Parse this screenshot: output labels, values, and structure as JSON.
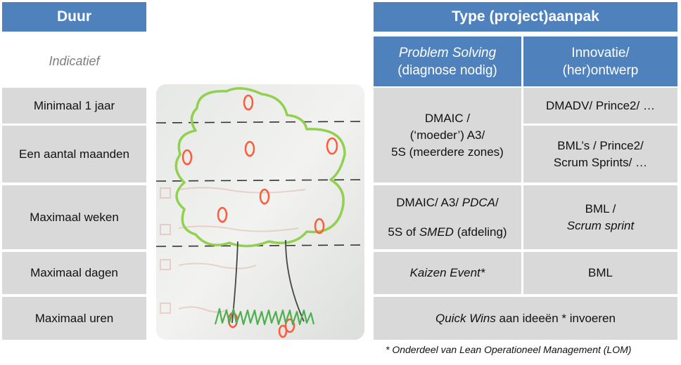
{
  "duration": {
    "header": "Duur",
    "indicative": "Indicatief",
    "rows": [
      "Minimaal 1 jaar",
      "Een aantal maanden",
      "Maximaal weken",
      "Maximaal dagen",
      "Maximaal uren"
    ]
  },
  "approach": {
    "header": "Type (project)aanpak",
    "problem_solving": {
      "title": "Problem Solving",
      "subtitle": "(diagnose nodig)"
    },
    "innovation": {
      "line1": "Innovatie/",
      "line2": "(her)ontwerp"
    },
    "ps_block_1": {
      "line1": "DMAIC /",
      "line2": "(‘moeder’) A3/",
      "line3": "5S (meerdere  zones)"
    },
    "ps_block_2": {
      "line1_a": "DMAIC/ A3/ ",
      "line1_b": "PDCA",
      "line1_c": "/",
      "line2_a": "5S of ",
      "line2_b": "SMED",
      "line2_c": " (afdeling)"
    },
    "ps_days": "Kaizen Event*",
    "inn_year": "DMADV/ Prince2/ …",
    "inn_months": {
      "line1": "BML’s / Prince2/",
      "line2": "Scrum Sprints/ …"
    },
    "inn_weeks": {
      "line1": "BML /",
      "line2": "Scrum sprint"
    },
    "inn_days": "BML",
    "hours": {
      "a": "Quick Wins",
      "b": " aan ideeën * invoeren"
    }
  },
  "footnote": "* Onderdeel van Lean Operationeel Management (LOM)",
  "colors": {
    "header_blue": "#4f81bd",
    "cell_grey": "#d9d9d9",
    "tree_green": "#92d050",
    "apple_red": "#ff5a3c"
  }
}
